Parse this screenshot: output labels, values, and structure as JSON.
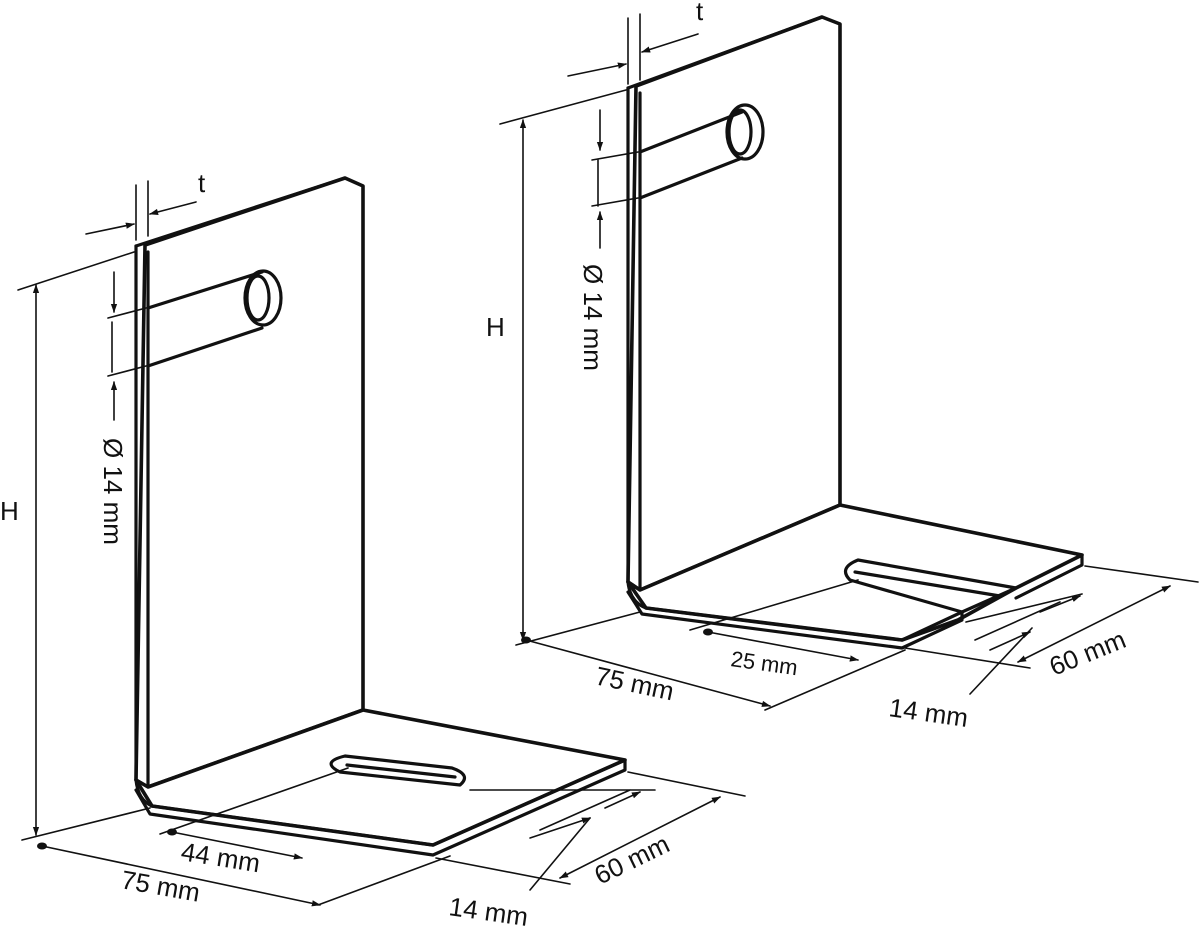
{
  "colors": {
    "ink": "#111111",
    "paper": "#ffffff"
  },
  "bracket_left": {
    "thickness_label": "t",
    "height_label": "H",
    "hole_label": "Ø 14 mm",
    "slot_offset_label": "44 mm",
    "width_label": "75 mm",
    "slot_width_label": "14 mm",
    "depth_label": "60 mm"
  },
  "bracket_right": {
    "thickness_label": "t",
    "height_label": "H",
    "hole_label": "Ø 14 mm",
    "slot_offset_label": "25 mm",
    "width_label": "75 mm",
    "slot_width_label": "14 mm",
    "depth_label": "60 mm"
  }
}
